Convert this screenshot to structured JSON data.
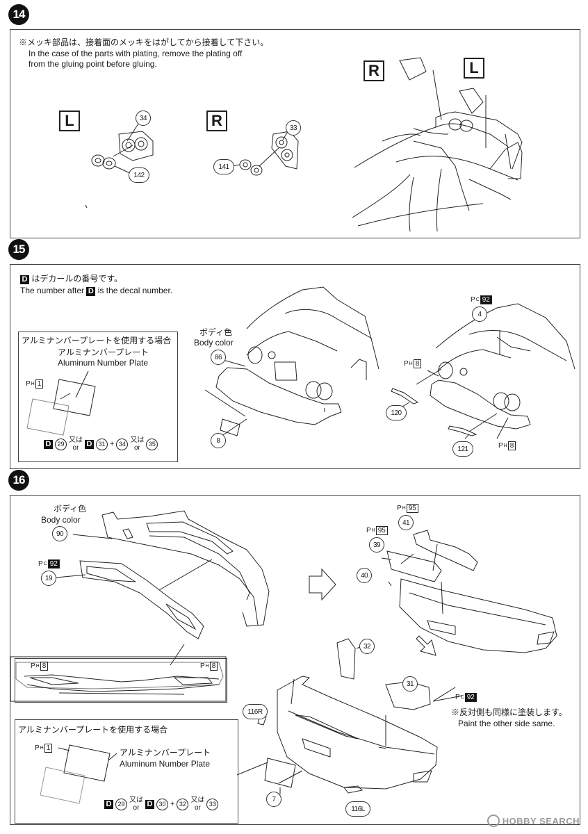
{
  "step14": {
    "number": "14",
    "note_jp": "※メッキ部品は、接着面のメッキをはがしてから接着して下さい。",
    "note_en1": "In the case of the parts with plating, remove the plating off",
    "note_en2": "from the gluing point before gluing.",
    "left_label": "L",
    "right_label": "R",
    "parts": {
      "p34": "34",
      "p142": "142",
      "p33": "33",
      "p141": "141"
    },
    "car_r": "R",
    "car_l": "L"
  },
  "step15": {
    "number": "15",
    "decal_note_jp": "はデカールの番号です。",
    "decal_note_en_pre": "The number after",
    "decal_note_en_post": "is the decal number.",
    "d_letter": "D",
    "aluminum_box_title": "アルミナンバープレートを使用する場合",
    "aluminum_jp": "アルミナンバープレート",
    "aluminum_en": "Aluminum Number Plate",
    "paint_h1_sub": "H",
    "paint_h1_num": "1",
    "decal_29": "29",
    "or_jp": "又は",
    "or_en": "or",
    "decal_31": "31",
    "decal_34": "34",
    "decal_35": "35",
    "body_color_jp": "ボディ色",
    "body_color_en": "Body color",
    "p86": "86",
    "p8": "8",
    "paint_c92_sub": "C",
    "paint_c92_num": "92",
    "p4": "4",
    "paint_h8_sub": "H",
    "paint_h8_num": "8",
    "p120": "120",
    "p121": "121"
  },
  "step16": {
    "number": "16",
    "body_color_jp": "ボディ色",
    "body_color_en": "Body color",
    "p90": "90",
    "paint_c92_sub": "C",
    "paint_c92_num": "92",
    "p19": "19",
    "paint_h8_sub": "H",
    "paint_h8_num": "8",
    "paint_h95_sub": "H",
    "paint_h95_num": "95",
    "p41": "41",
    "p39": "39",
    "p40": "40",
    "p32": "32",
    "p31": "31",
    "p116r": "116R",
    "p116l": "116L",
    "p7": "7",
    "other_side_jp": "※反対側も同様に塗装します。",
    "other_side_en": "Paint the other side same.",
    "aluminum_box_title": "アルミナンバープレートを使用する場合",
    "aluminum_jp": "アルミナンバープレート",
    "aluminum_en": "Aluminum Number Plate",
    "paint_h1_sub": "H",
    "paint_h1_num": "1",
    "decal_29": "29",
    "or_jp": "又は",
    "or_en": "or",
    "decal_30": "30",
    "decal_32": "32",
    "decal_33": "33"
  },
  "watermark": "HOBBY SEARCH"
}
